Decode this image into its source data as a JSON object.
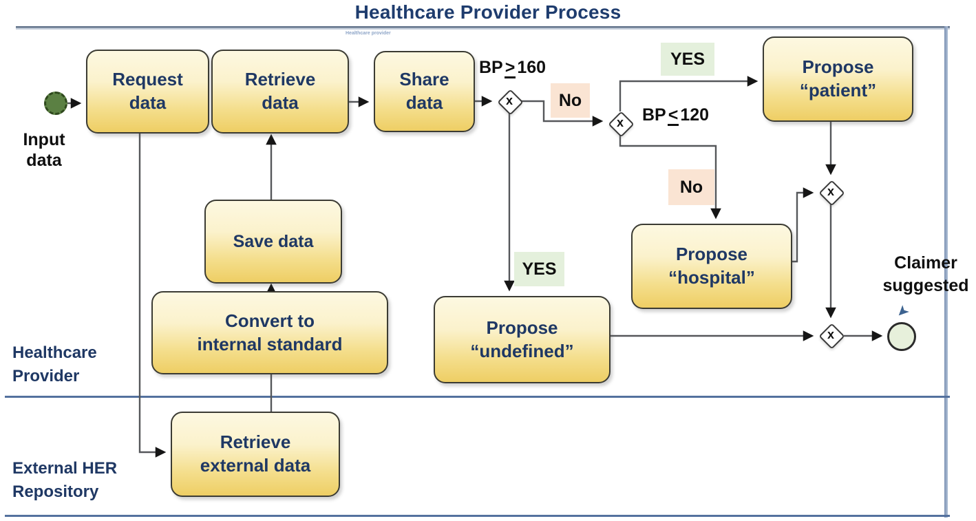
{
  "title": "Healthcare Provider Process",
  "pool_caption": "Healthcare provider",
  "lanes": {
    "provider": {
      "label": "Healthcare\nProvider"
    },
    "external": {
      "label": "External HER\nRepository"
    }
  },
  "events": {
    "start": {
      "label": "Input\ndata"
    },
    "end": {
      "label": "Claimer\nsuggested"
    }
  },
  "tasks": {
    "request": {
      "label": "Request\ndata"
    },
    "retrieve": {
      "label": "Retrieve\ndata"
    },
    "share": {
      "label": "Share\ndata"
    },
    "save": {
      "label": "Save data"
    },
    "convert": {
      "label": "Convert to\ninternal standard"
    },
    "retrieve_external": {
      "label": "Retrieve\nexternal data"
    },
    "propose_patient": {
      "label": "Propose\n“patient”"
    },
    "propose_hospital": {
      "label": "Propose\n“hospital”"
    },
    "propose_undefined": {
      "label": "Propose\n“undefined”"
    }
  },
  "gateways": {
    "marker": "x"
  },
  "conditions": {
    "bp_high": {
      "pre": "BP",
      "op": ">",
      "post": "160"
    },
    "bp_low": {
      "pre": "BP",
      "op": "<",
      "post": "120"
    }
  },
  "branch_labels": {
    "yes_patient": "YES",
    "no_first": "No",
    "no_hospital": "No",
    "yes_undefined": "YES"
  },
  "icons": {
    "claimer_pointer": "➤"
  },
  "colors": {
    "title_text": "#1E3C6E",
    "task_text": "#1F3864",
    "task_fill_top": "#FDF8E1",
    "task_fill_bottom": "#EECE64",
    "task_border": "#3B3B33",
    "yes_bg": "#E4F0DC",
    "no_bg": "#FAE4D3",
    "start_fill": "#5B8043",
    "end_fill": "#E7F0DB",
    "lane_line": "#54719E",
    "connector": "#55575A"
  }
}
